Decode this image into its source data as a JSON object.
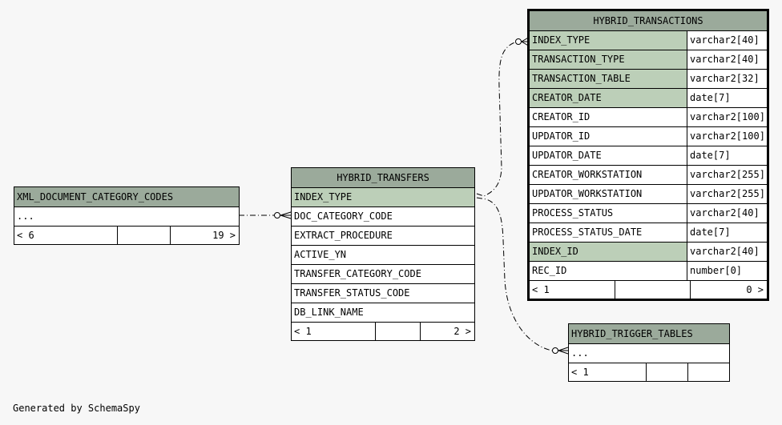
{
  "tables": {
    "xml_doc": {
      "name": "XML_DOCUMENT_CATEGORY_CODES",
      "rows": [
        "..."
      ],
      "footer": [
        "< 6",
        "",
        "19 >"
      ]
    },
    "transfers": {
      "name": "HYBRID_TRANSFERS",
      "columns": [
        {
          "name": "INDEX_TYPE",
          "pk": true
        },
        {
          "name": "DOC_CATEGORY_CODE",
          "pk": false
        },
        {
          "name": "EXTRACT_PROCEDURE",
          "pk": false
        },
        {
          "name": "ACTIVE_YN",
          "pk": false
        },
        {
          "name": "TRANSFER_CATEGORY_CODE",
          "pk": false
        },
        {
          "name": "TRANSFER_STATUS_CODE",
          "pk": false
        },
        {
          "name": "DB_LINK_NAME",
          "pk": false
        }
      ],
      "footer": [
        "< 1",
        "",
        "2 >"
      ]
    },
    "transactions": {
      "name": "HYBRID_TRANSACTIONS",
      "columns": [
        {
          "name": "INDEX_TYPE",
          "type": "varchar2[40]",
          "pk": true
        },
        {
          "name": "TRANSACTION_TYPE",
          "type": "varchar2[40]",
          "pk": true
        },
        {
          "name": "TRANSACTION_TABLE",
          "type": "varchar2[32]",
          "pk": true
        },
        {
          "name": "CREATOR_DATE",
          "type": "date[7]",
          "pk": true
        },
        {
          "name": "CREATOR_ID",
          "type": "varchar2[100]",
          "pk": false
        },
        {
          "name": "UPDATOR_ID",
          "type": "varchar2[100]",
          "pk": false
        },
        {
          "name": "UPDATOR_DATE",
          "type": "date[7]",
          "pk": false
        },
        {
          "name": "CREATOR_WORKSTATION",
          "type": "varchar2[255]",
          "pk": false
        },
        {
          "name": "UPDATOR_WORKSTATION",
          "type": "varchar2[255]",
          "pk": false
        },
        {
          "name": "PROCESS_STATUS",
          "type": "varchar2[40]",
          "pk": false
        },
        {
          "name": "PROCESS_STATUS_DATE",
          "type": "date[7]",
          "pk": false
        },
        {
          "name": "INDEX_ID",
          "type": "varchar2[40]",
          "pk": true
        },
        {
          "name": "REC_ID",
          "type": "number[0]",
          "pk": false
        }
      ],
      "footer": [
        "< 1",
        "",
        "0 >"
      ]
    },
    "trigger": {
      "name": "HYBRID_TRIGGER_TABLES",
      "rows": [
        "..."
      ],
      "footer": [
        "< 1",
        "",
        ""
      ]
    }
  },
  "generated_by": "Generated by SchemaSpy",
  "colors": {
    "header_bg": "#9baa9b",
    "pk_bg": "#bccfb8",
    "background": "#f7f7f7"
  }
}
